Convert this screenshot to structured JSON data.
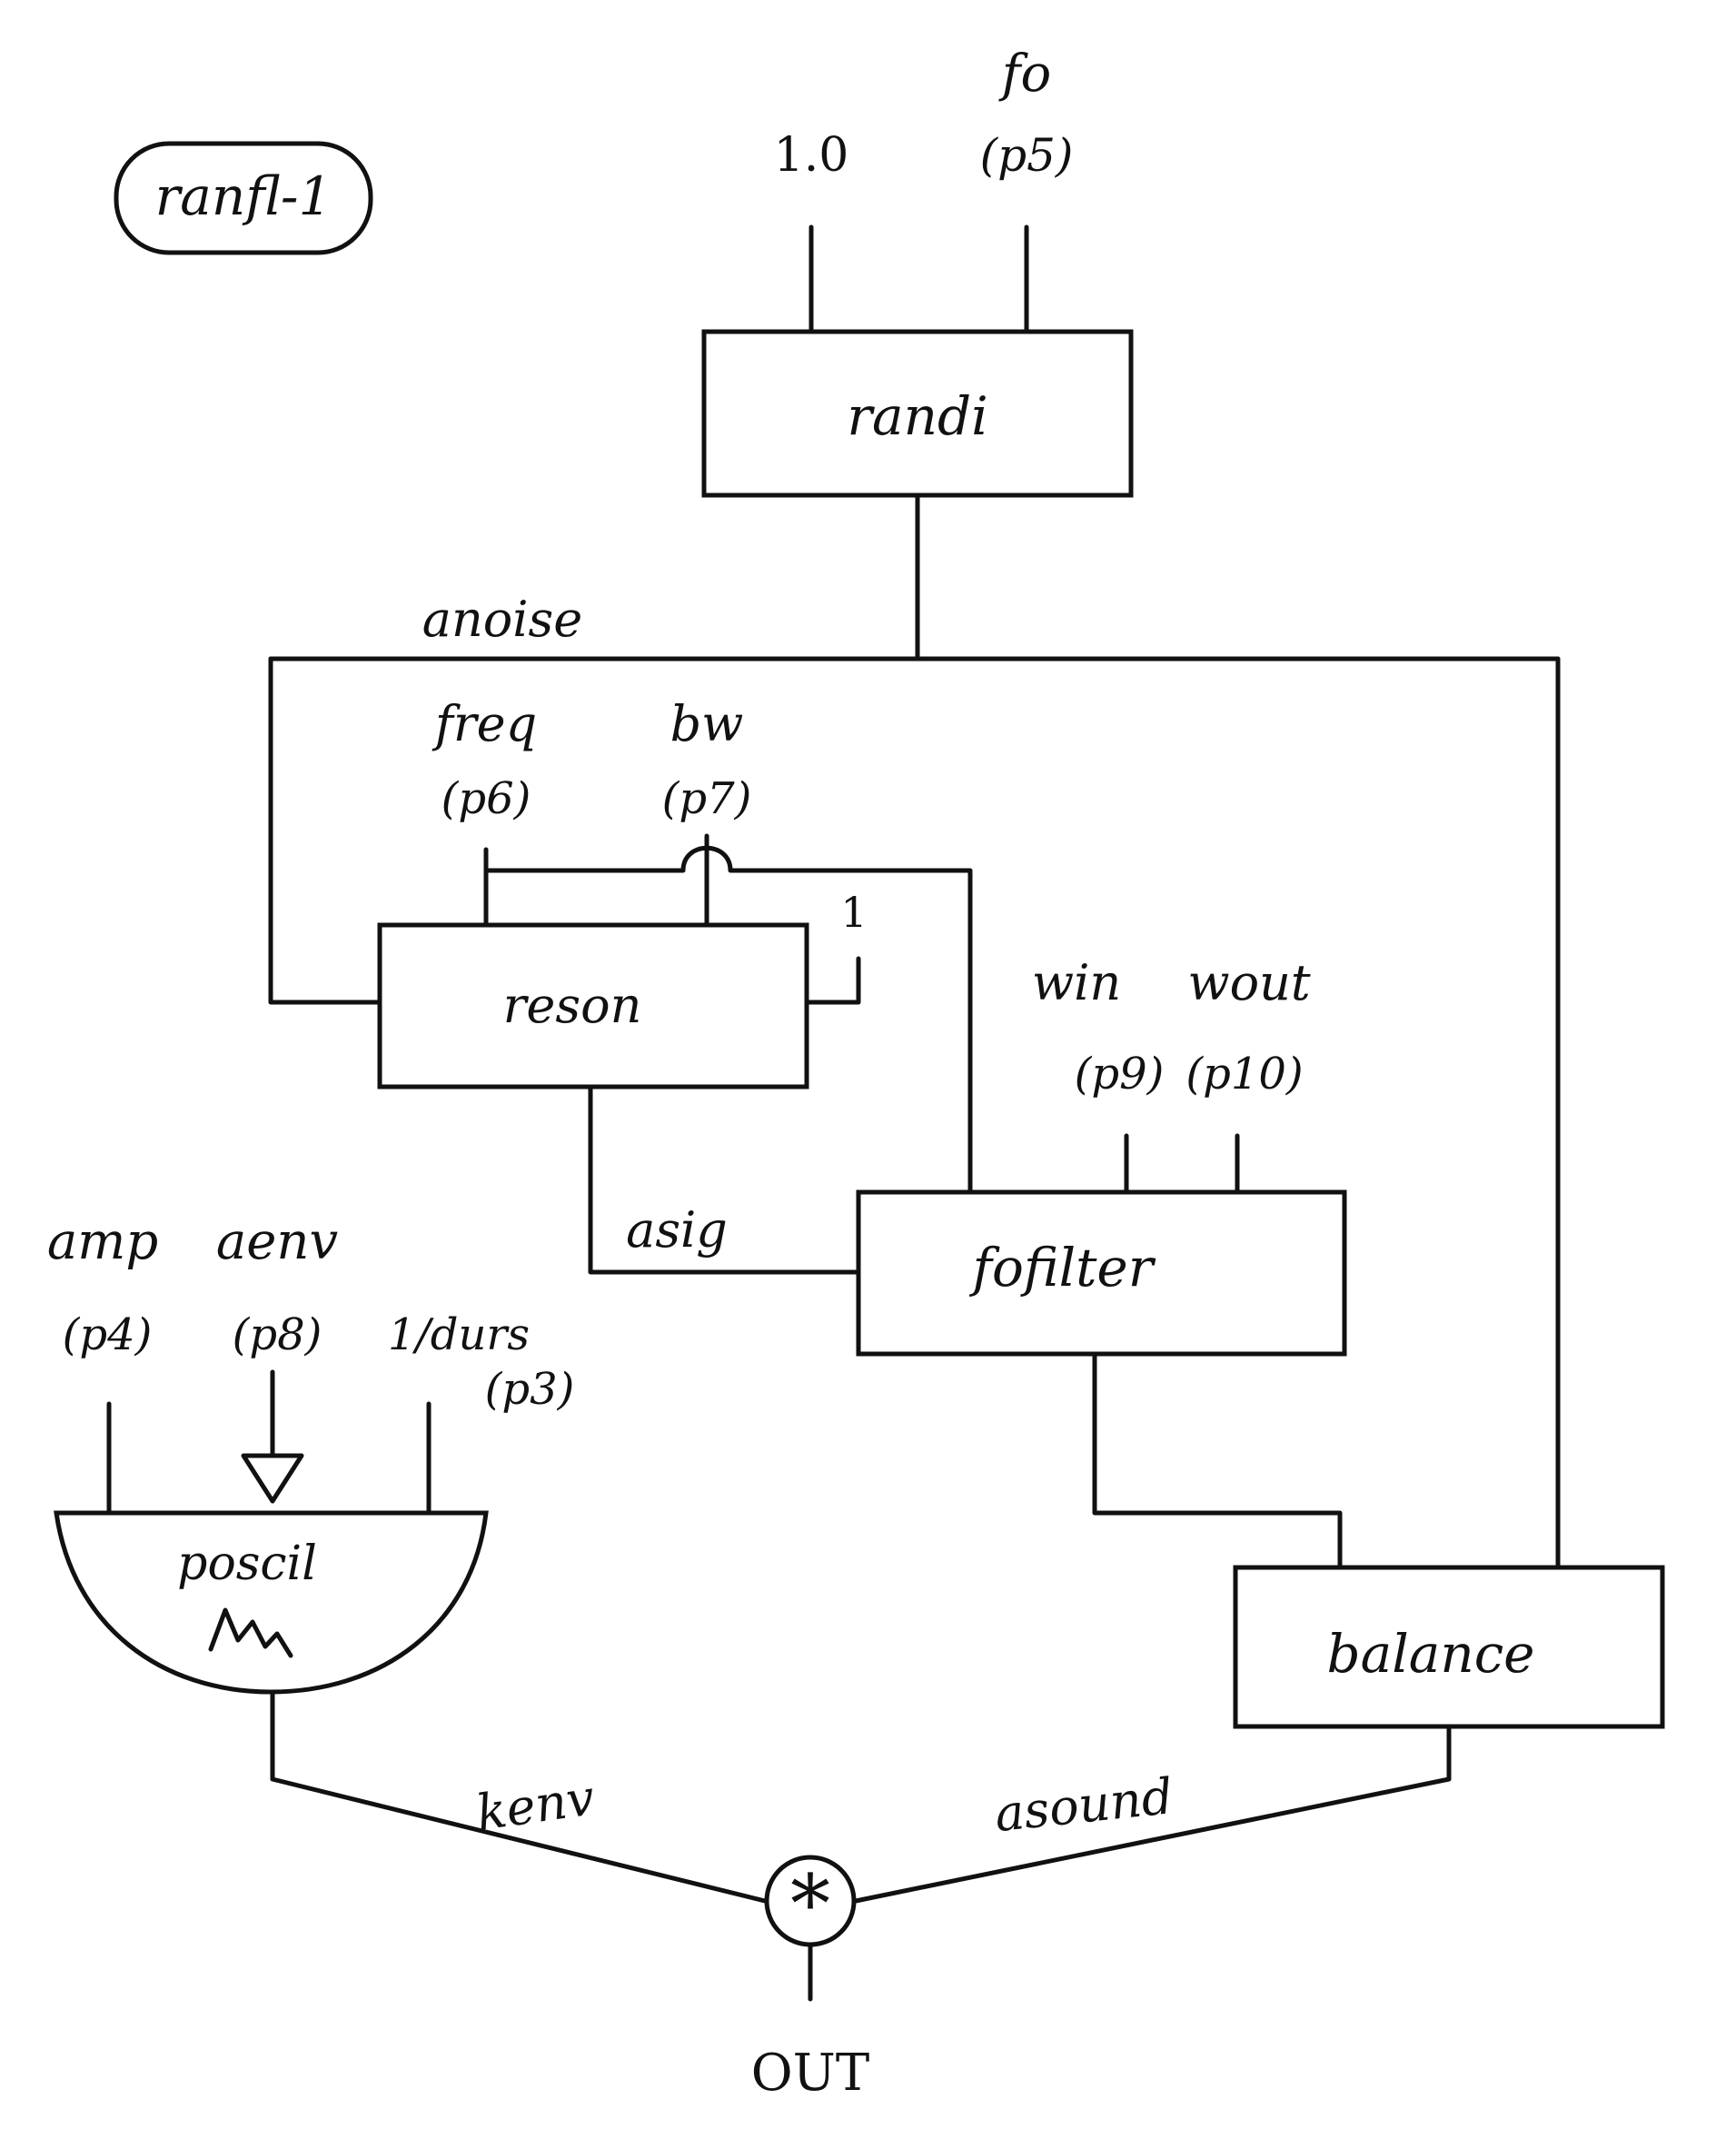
{
  "title": "ranfl-1",
  "colors": {
    "ink": "#111111",
    "paper": "#ffffff"
  },
  "inputs": {
    "randi_amp": "1.0",
    "randi_freq_name": "fo",
    "randi_freq_param": "(p5)",
    "reson_freq_name": "freq",
    "reson_freq_param": "(p6)",
    "reson_bw_name": "bw",
    "reson_bw_param": "(p7)",
    "reson_scale": "1",
    "fof_win_name": "win",
    "fof_wout_name": "wout",
    "fof_win_param": "(p9)",
    "fof_wout_param": "(p10)",
    "poscil_amp_name": "amp",
    "poscil_amp_param": "(p4)",
    "poscil_aenv_name": "aenv",
    "poscil_aenv_param": "(p8)",
    "poscil_freq_name": "1/durs",
    "poscil_freq_param": "(p3)"
  },
  "modules": {
    "randi": "randi",
    "reson": "reson",
    "fofilter": "fofilter",
    "poscil": "poscil",
    "balance": "balance",
    "multiply_symbol": "*"
  },
  "signals": {
    "anoise": "anoise",
    "asig": "asig",
    "kenv": "kenv",
    "asound": "asound",
    "out": "OUT"
  }
}
